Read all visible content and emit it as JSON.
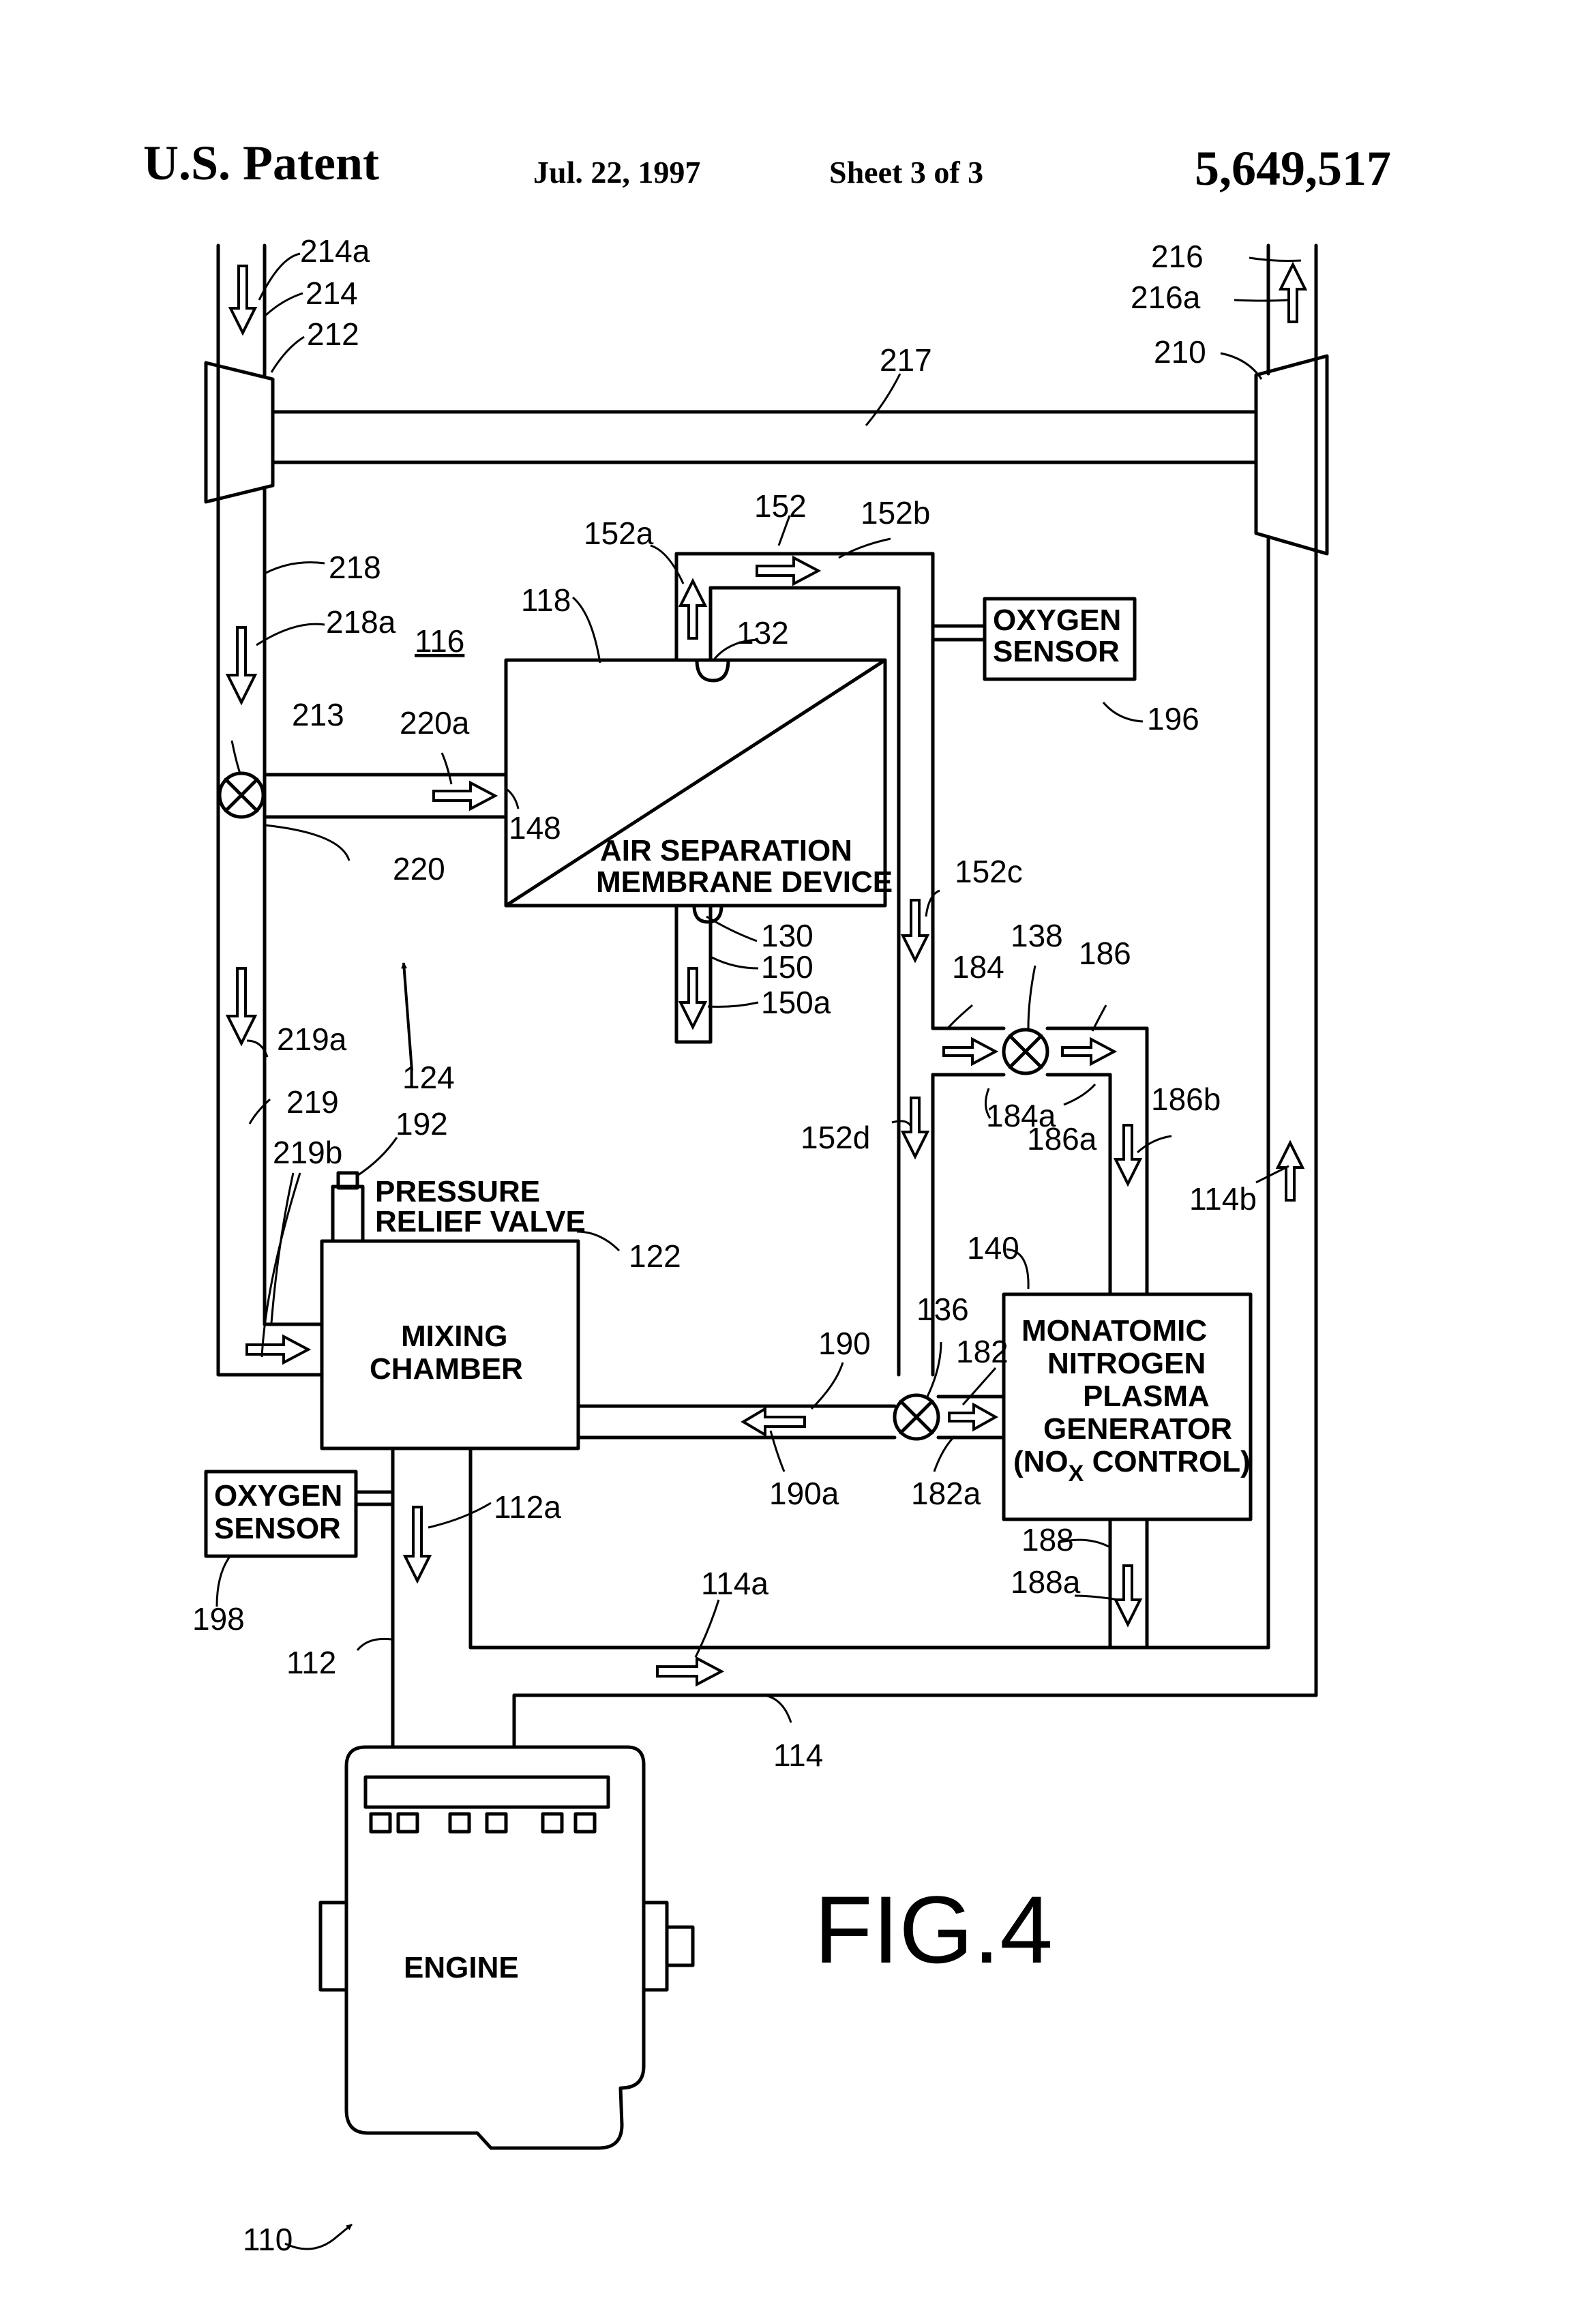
{
  "header": {
    "left": "U.S. Patent",
    "date": "Jul. 22, 1997",
    "sheet": "Sheet 3 of 3",
    "number": "5,649,517"
  },
  "figure": {
    "label": "FIG.4"
  },
  "components": {
    "air_separation": [
      "AIR SEPARATION",
      "MEMBRANE DEVICE"
    ],
    "oxygen_sensor_top": [
      "OXYGEN",
      "SENSOR"
    ],
    "oxygen_sensor_left": [
      "OXYGEN",
      "SENSOR"
    ],
    "pressure_relief": [
      "PRESSURE",
      "RELIEF VALVE"
    ],
    "mixing_chamber": [
      "MIXING",
      "CHAMBER"
    ],
    "plasma_generator": [
      "MONATOMIC",
      "NITROGEN",
      "PLASMA",
      "GENERATOR",
      "(NO",
      "X",
      " CONTROL)"
    ],
    "engine": "ENGINE"
  },
  "refs": {
    "r214a": "214a",
    "r214": "214",
    "r212": "212",
    "r216": "216",
    "r216a": "216a",
    "r210": "210",
    "r217": "217",
    "r218": "218",
    "r218a": "218a",
    "r116": "116",
    "r118": "118",
    "r152": "152",
    "r152a": "152a",
    "r152b": "152b",
    "r132": "132",
    "r196": "196",
    "r213": "213",
    "r220a": "220a",
    "r148": "148",
    "r220": "220",
    "r152c": "152c",
    "r130": "130",
    "r150": "150",
    "r150a": "150a",
    "r138": "138",
    "r184": "184",
    "r186": "186",
    "r219a": "219a",
    "r124": "124",
    "r219": "219",
    "r219b": "219b",
    "r192": "192",
    "r184a": "184a",
    "r186a": "186a",
    "r186b": "186b",
    "r152d": "152d",
    "r114b": "114b",
    "r122": "122",
    "r140": "140",
    "r136": "136",
    "r190": "190",
    "r182": "182",
    "r190a": "190a",
    "r182a": "182a",
    "r112a": "112a",
    "r198": "198",
    "r188": "188",
    "r188a": "188a",
    "r114a": "114a",
    "r112": "112",
    "r114": "114",
    "r110": "110"
  }
}
